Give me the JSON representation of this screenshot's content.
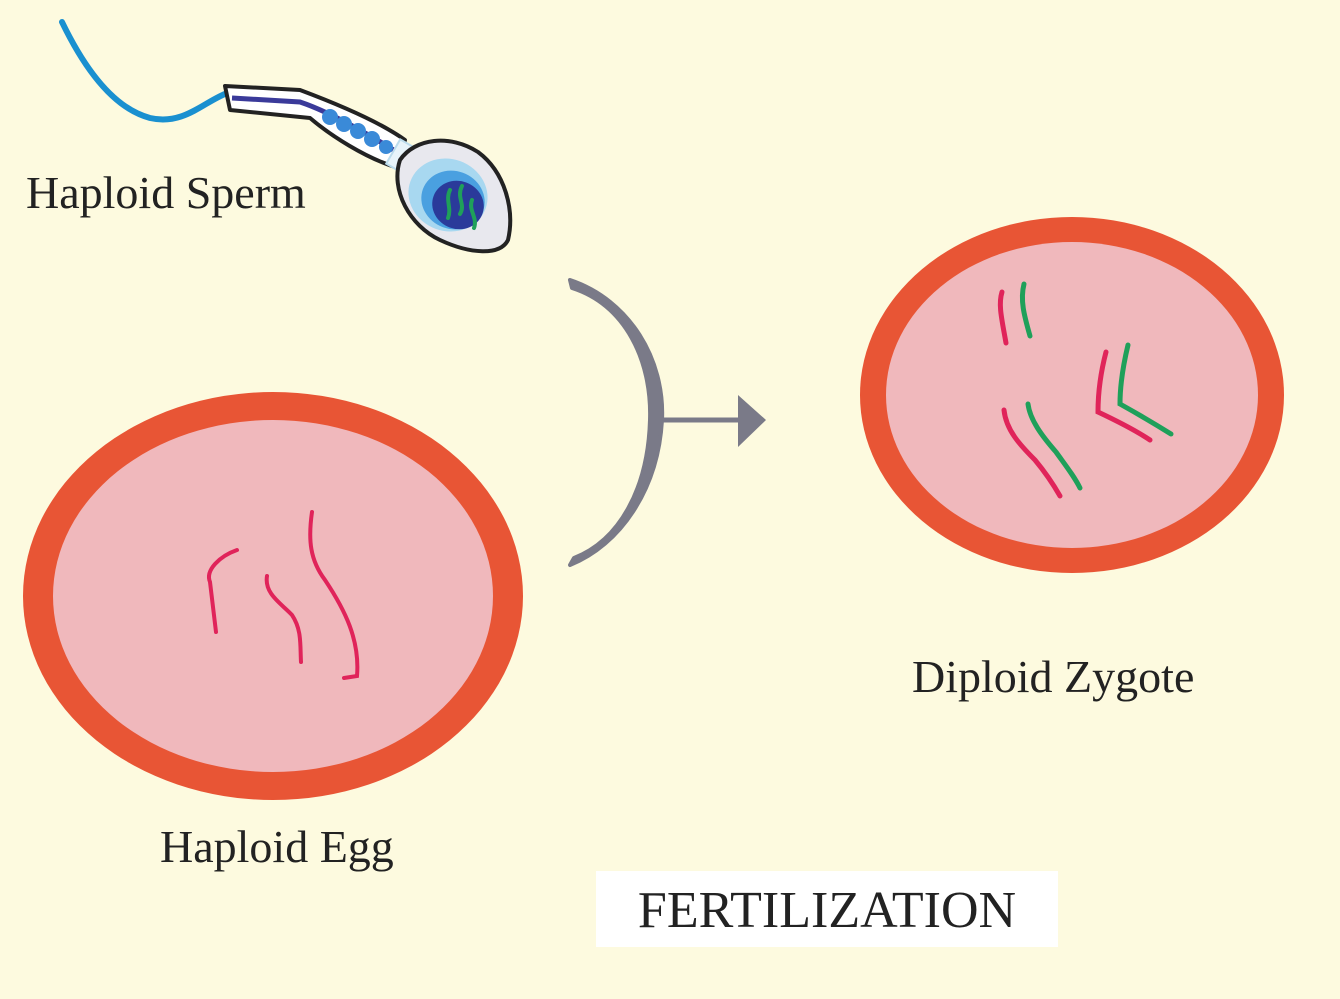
{
  "labels": {
    "sperm": "Haploid Sperm",
    "egg": "Haploid Egg",
    "zygote": "Diploid Zygote",
    "title": "FERTILIZATION"
  },
  "colors": {
    "background": "#fdfadf",
    "cell_membrane": "#e85535",
    "cytoplasm": "#f0b8bc",
    "maternal_chromosome": "#e0245a",
    "paternal_chromosome": "#1fa05a",
    "arrow": "#7a7a88",
    "sperm_tail": "#1a90d0",
    "sperm_head": "#a8d8f0",
    "sperm_nucleus": "#2a3a9a"
  },
  "icons": {
    "sperm": "sperm-cell-icon",
    "egg": "egg-cell-icon",
    "zygote": "zygote-cell-icon",
    "arrow": "fertilization-arrow-icon"
  }
}
